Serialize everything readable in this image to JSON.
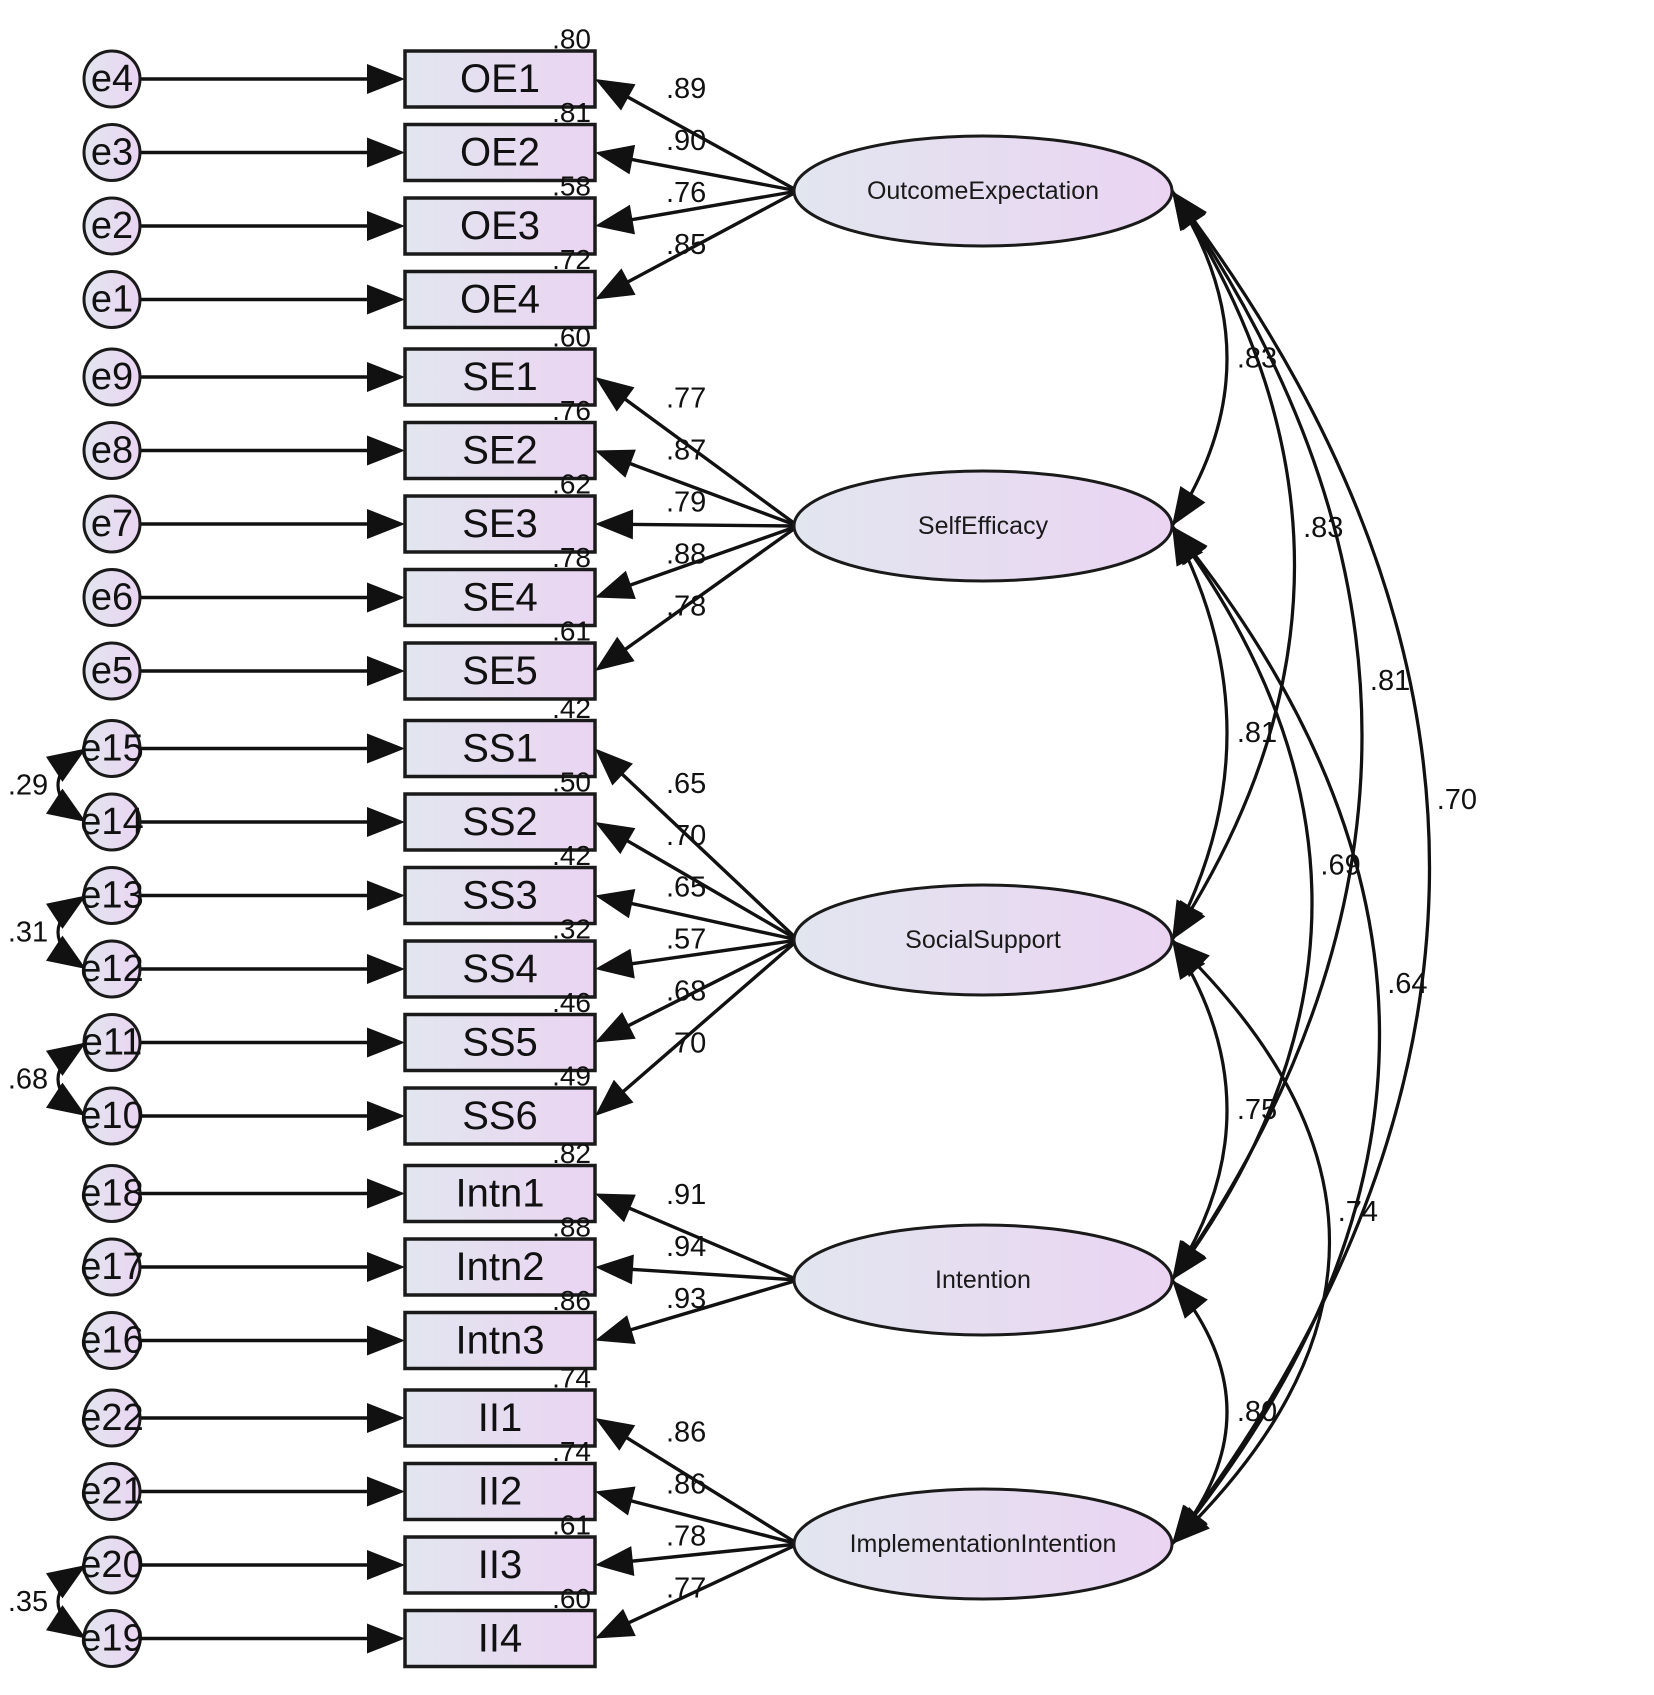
{
  "colors": {
    "fill_left": "#e2e6ef",
    "fill_right": "#ead4f2",
    "stroke": "#1a1a1a"
  },
  "latents": [
    {
      "id": "OE",
      "label": "OutcomeExpectation"
    },
    {
      "id": "SE",
      "label": "SelfEfficacy"
    },
    {
      "id": "SS",
      "label": "SocialSupport"
    },
    {
      "id": "IN",
      "label": "Intention"
    },
    {
      "id": "II",
      "label": "ImplementationIntention"
    }
  ],
  "indicators": [
    {
      "label": "OE1",
      "latent": "OE",
      "loading": ".89",
      "r2": ".80",
      "error": "e4"
    },
    {
      "label": "OE2",
      "latent": "OE",
      "loading": ".90",
      "r2": ".81",
      "error": "e3"
    },
    {
      "label": "OE3",
      "latent": "OE",
      "loading": ".76",
      "r2": ".58",
      "error": "e2"
    },
    {
      "label": "OE4",
      "latent": "OE",
      "loading": ".85",
      "r2": ".72",
      "error": "e1"
    },
    {
      "label": "SE1",
      "latent": "SE",
      "loading": ".77",
      "r2": ".60",
      "error": "e9"
    },
    {
      "label": "SE2",
      "latent": "SE",
      "loading": ".87",
      "r2": ".76",
      "error": "e8"
    },
    {
      "label": "SE3",
      "latent": "SE",
      "loading": ".79",
      "r2": ".62",
      "error": "e7"
    },
    {
      "label": "SE4",
      "latent": "SE",
      "loading": ".88",
      "r2": ".78",
      "error": "e6"
    },
    {
      "label": "SE5",
      "latent": "SE",
      "loading": ".78",
      "r2": ".61",
      "error": "e5"
    },
    {
      "label": "SS1",
      "latent": "SS",
      "loading": ".65",
      "r2": ".42",
      "error": "e15"
    },
    {
      "label": "SS2",
      "latent": "SS",
      "loading": ".70",
      "r2": ".50",
      "error": "e14"
    },
    {
      "label": "SS3",
      "latent": "SS",
      "loading": ".65",
      "r2": ".42",
      "error": "e13"
    },
    {
      "label": "SS4",
      "latent": "SS",
      "loading": ".57",
      "r2": ".32",
      "error": "e12"
    },
    {
      "label": "SS5",
      "latent": "SS",
      "loading": ".68",
      "r2": ".46",
      "error": "e11"
    },
    {
      "label": "SS6",
      "latent": "SS",
      "loading": ".70",
      "r2": ".49",
      "error": "e10"
    },
    {
      "label": "Intn1",
      "latent": "IN",
      "loading": ".91",
      "r2": ".82",
      "error": "e18"
    },
    {
      "label": "Intn2",
      "latent": "IN",
      "loading": ".94",
      "r2": ".88",
      "error": "e17"
    },
    {
      "label": "Intn3",
      "latent": "IN",
      "loading": ".93",
      "r2": ".86",
      "error": "e16"
    },
    {
      "label": "II1",
      "latent": "II",
      "loading": ".86",
      "r2": ".74",
      "error": "e22"
    },
    {
      "label": "II2",
      "latent": "II",
      "loading": ".86",
      "r2": ".74",
      "error": "e21"
    },
    {
      "label": "II3",
      "latent": "II",
      "loading": ".78",
      "r2": ".61",
      "error": "e20"
    },
    {
      "label": "II4",
      "latent": "II",
      "loading": ".77",
      "r2": ".60",
      "error": "e19"
    }
  ],
  "correlations": [
    {
      "from": "OE",
      "to": "SE",
      "value": ".83"
    },
    {
      "from": "OE",
      "to": "SS",
      "value": ".83"
    },
    {
      "from": "OE",
      "to": "IN",
      "value": ".81"
    },
    {
      "from": "OE",
      "to": "II",
      "value": ".70"
    },
    {
      "from": "SE",
      "to": "SS",
      "value": ".81"
    },
    {
      "from": "SE",
      "to": "IN",
      "value": ".69"
    },
    {
      "from": "SE",
      "to": "II",
      "value": ".64"
    },
    {
      "from": "SS",
      "to": "IN",
      "value": ".75"
    },
    {
      "from": "SS",
      "to": "II",
      "value": ".74"
    },
    {
      "from": "IN",
      "to": "II",
      "value": ".80"
    }
  ],
  "error_covariances": [
    {
      "from": "e15",
      "to": "e14",
      "value": ".29"
    },
    {
      "from": "e13",
      "to": "e12",
      "value": ".31"
    },
    {
      "from": "e11",
      "to": "e10",
      "value": ".68"
    },
    {
      "from": "e20",
      "to": "e19",
      "value": ".35"
    }
  ]
}
